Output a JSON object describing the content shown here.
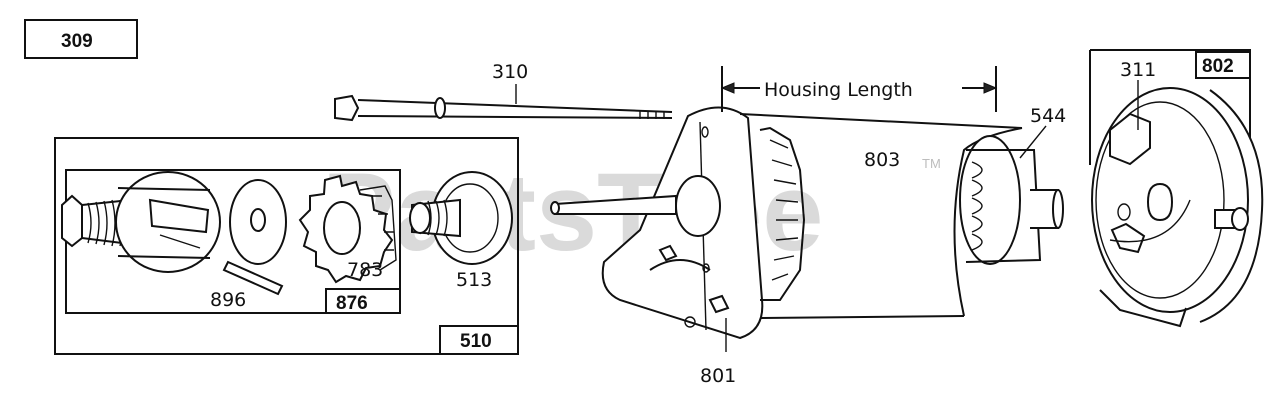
{
  "diagram": {
    "figure_number": "309",
    "watermark": "PartsTree",
    "watermark_tm": "TM",
    "dimension_label": "Housing Length",
    "parts": {
      "p310": "310",
      "p311": "311",
      "p510": "510",
      "p513": "513",
      "p544": "544",
      "p783": "783",
      "p801": "801",
      "p802": "802",
      "p803": "803",
      "p876": "876",
      "p896": "896"
    }
  }
}
